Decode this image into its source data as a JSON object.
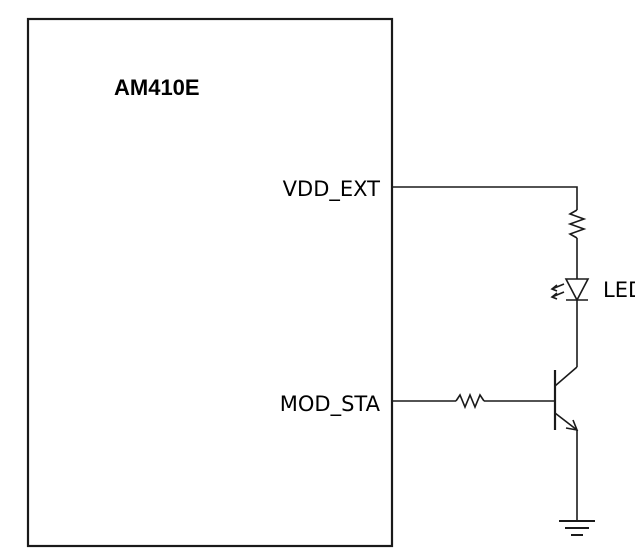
{
  "chip": {
    "name": "AM410E"
  },
  "pins": {
    "vdd": "VDD_EXT",
    "status": "MOD_STA"
  },
  "components": {
    "led_label": "LED"
  },
  "colors": {
    "line": "#1a1a1a",
    "background": "#ffffff"
  }
}
